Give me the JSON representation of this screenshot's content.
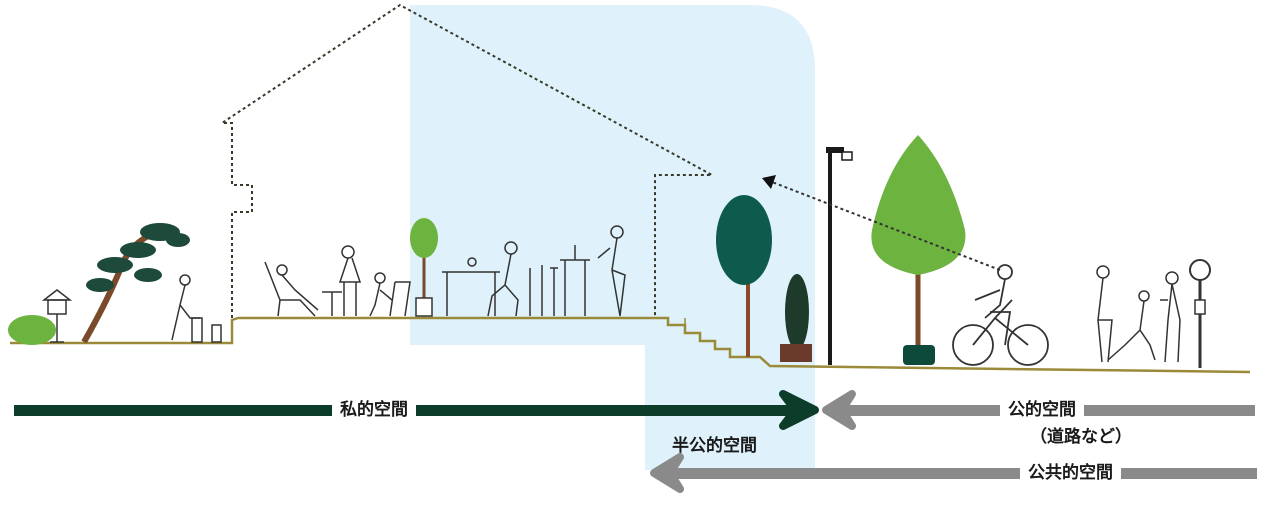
{
  "labels": {
    "private": "私的空間",
    "semi_public": "半公的空間",
    "public": "公的空間",
    "public_note": "（道路など）",
    "communal": "公共的空間"
  },
  "colors": {
    "private_arrow": "#0b3d2a",
    "public_arrow": "#8a8a8a",
    "semi_public_zone": "#dff2fb",
    "tree_light": "#6db33f",
    "tree_dark": "#0e5a4c",
    "ground_line": "#9a8a3a"
  }
}
